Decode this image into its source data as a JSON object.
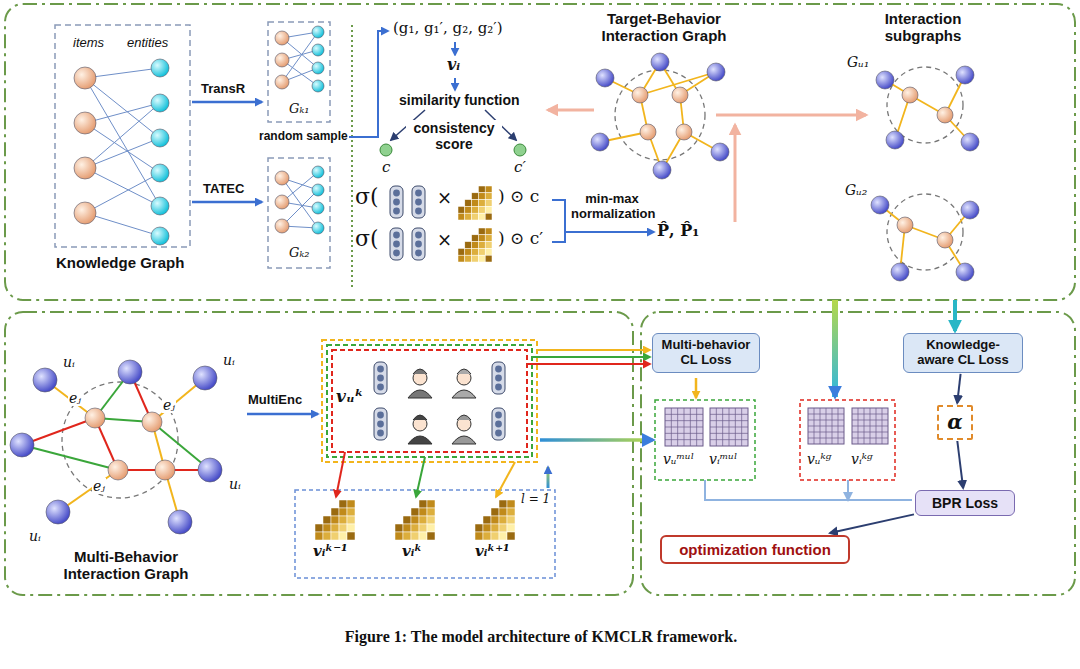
{
  "diagram": {
    "caption": "Figure 1: The model architecture of KMCLR framework.",
    "nodes": [
      {
        "text": [
          "Multi-behavior CL Loss"
        ]
      },
      {
        "text": [
          "Knowledge-aware CL Loss"
        ]
      },
      {
        "text": [
          "α"
        ]
      },
      {
        "text": [
          "BPR Loss"
        ]
      },
      {
        "text": [
          "optimization function"
        ]
      }
    ],
    "edges": [
      {
        "from": 1,
        "to": 2,
        "arrow": "to"
      },
      {
        "from": 2,
        "to": 3,
        "arrow": "to"
      },
      {
        "from": 3,
        "to": 4,
        "arrow": "to"
      }
    ],
    "labels": [
      "items",
      "entities",
      "Knowledge Graph",
      "TransR",
      "TATEC",
      "Gₖ₁",
      "Gₖ₂",
      "random sample",
      "(g₁, g₁′, g₂, g₂′)",
      "vᵢ",
      "similarity function",
      "consistency score",
      "c",
      "c′",
      "σ(",
      "×",
      ") ⊙ c",
      "σ(",
      "×",
      ") ⊙ c′",
      "min-max normalization",
      "P̂, P̂₁",
      "Target-Behavior Interaction Graph",
      "Interaction subgraphs",
      "Gᵤ₁",
      "Gᵤ₂",
      "uᵢ",
      "eⱼ",
      "uᵢ",
      "eⱼ",
      "eⱼ",
      "uᵢ",
      "uᵢ",
      "Multi-Behavior Interaction Graph",
      "MultiEnc",
      "vᵤᵏ",
      "l = 1",
      "vᵢᵏ⁻¹",
      "vᵢᵏ",
      "vᵢᵏ⁺¹",
      "vᵤᵐᵘˡ",
      "vᵢᵐᵘˡ",
      "vᵤᵏᵍ",
      "vᵢᵏᵍ"
    ]
  }
}
